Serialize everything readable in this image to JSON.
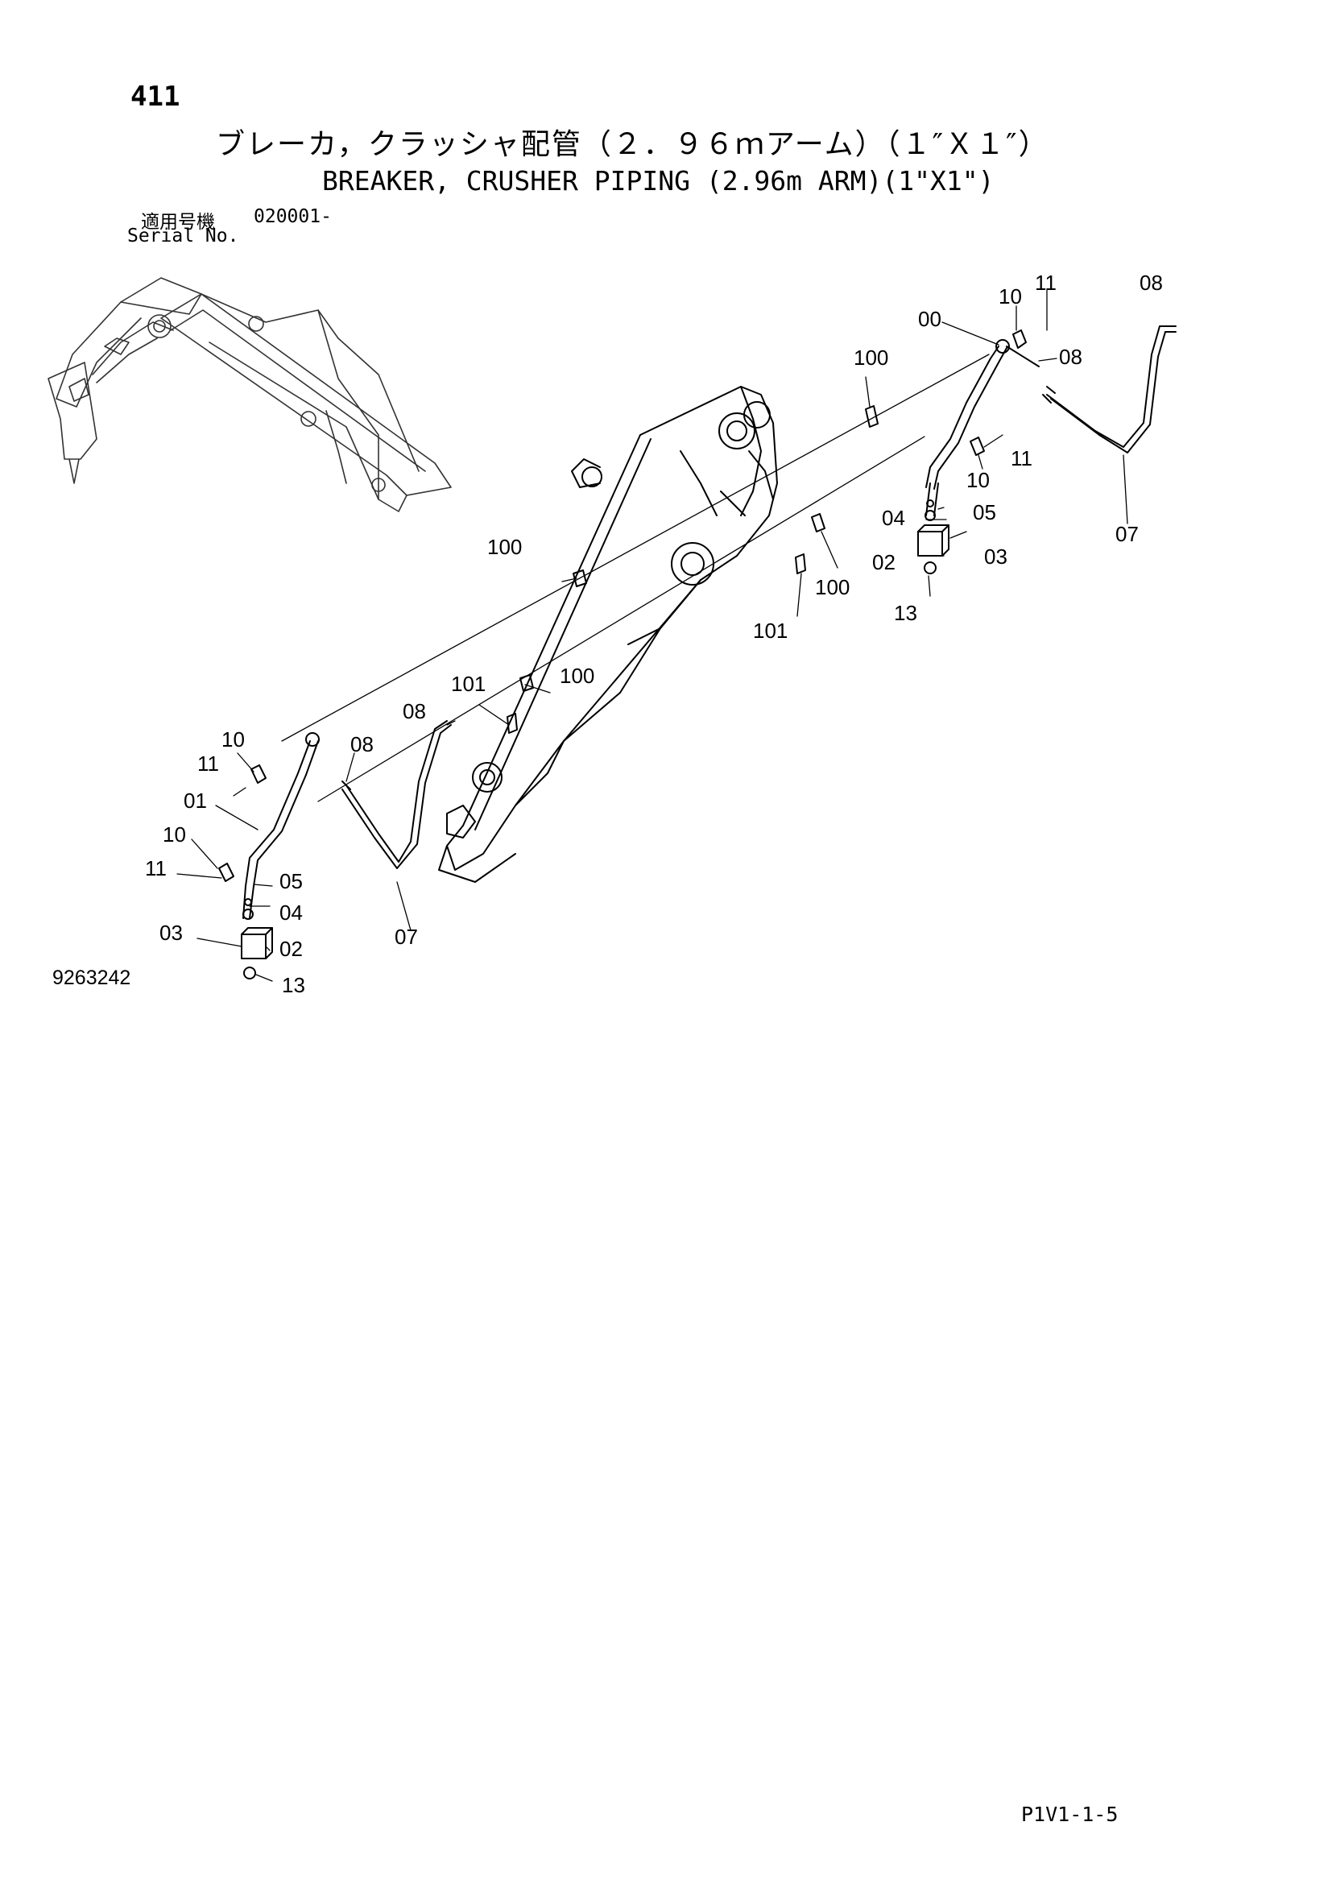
{
  "header": {
    "page_number": "411",
    "title_jp": "ブレーカ，クラッシャ配管（２．９６ｍアーム）（１″Ｘ１″）",
    "title_en": "BREAKER, CRUSHER PIPING (2.96m ARM)(1\"X1\")",
    "serial_label_jp": "適用号機",
    "serial_label_en": "Serial No.",
    "serial_value": "020001-"
  },
  "footer": {
    "drawing_number": "9263242",
    "page_reference": "P1V1-1-5"
  },
  "callouts": [
    {
      "id": "c1",
      "label": "10"
    },
    {
      "id": "c2",
      "label": "11"
    },
    {
      "id": "c3",
      "label": "08"
    },
    {
      "id": "c4",
      "label": "00"
    },
    {
      "id": "c5",
      "label": "08"
    },
    {
      "id": "c6",
      "label": "100"
    },
    {
      "id": "c7",
      "label": "11"
    },
    {
      "id": "c8",
      "label": "10"
    },
    {
      "id": "c9",
      "label": "07"
    },
    {
      "id": "c10",
      "label": "05"
    },
    {
      "id": "c11",
      "label": "04"
    },
    {
      "id": "c12",
      "label": "03"
    },
    {
      "id": "c13",
      "label": "02"
    },
    {
      "id": "c14",
      "label": "100"
    },
    {
      "id": "c15",
      "label": "13"
    },
    {
      "id": "c16",
      "label": "101"
    },
    {
      "id": "c17",
      "label": "100"
    },
    {
      "id": "c18",
      "label": "101"
    },
    {
      "id": "c19",
      "label": "100"
    },
    {
      "id": "c20",
      "label": "08"
    },
    {
      "id": "c21",
      "label": "10"
    },
    {
      "id": "c22",
      "label": "08"
    },
    {
      "id": "c23",
      "label": "11"
    },
    {
      "id": "c24",
      "label": "01"
    },
    {
      "id": "c25",
      "label": "10"
    },
    {
      "id": "c26",
      "label": "11"
    },
    {
      "id": "c27",
      "label": "05"
    },
    {
      "id": "c28",
      "label": "04"
    },
    {
      "id": "c29",
      "label": "07"
    },
    {
      "id": "c30",
      "label": "03"
    },
    {
      "id": "c31",
      "label": "02"
    },
    {
      "id": "c32",
      "label": "13"
    }
  ]
}
